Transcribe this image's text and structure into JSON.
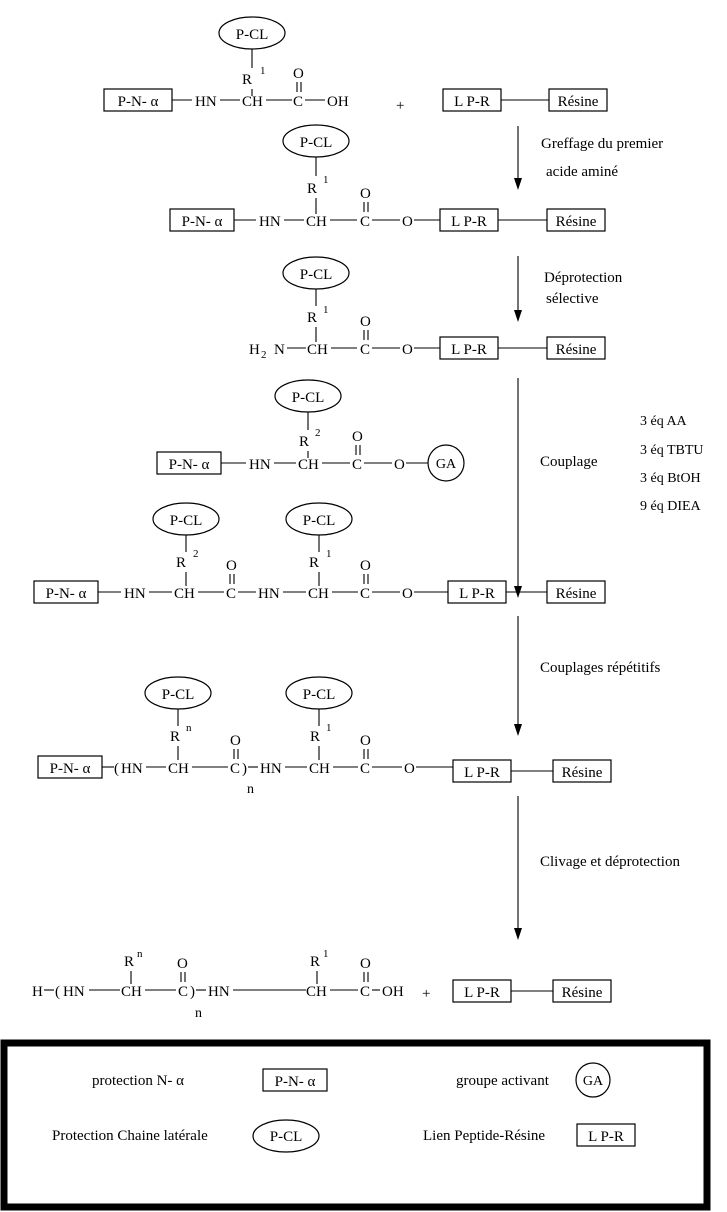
{
  "labels": {
    "pcl": "P-CL",
    "pna": "P-N- α",
    "lpr": "L P-R",
    "resine": "Résine",
    "ga": "GA",
    "hn": "HN",
    "ch": "CH",
    "c": "C",
    "o": "O",
    "oh": "OH",
    "h2": "H",
    "h2_sub": "2",
    "n": "N",
    "h": "H",
    "r": "R",
    "plus": "+",
    "paren_open": "(",
    "paren_close": ")",
    "sup1": "1",
    "sup2": "2",
    "supn": "n",
    "subn": "n"
  },
  "steps": [
    {
      "line1": "Greffage du premier",
      "line2": "acide aminé"
    },
    {
      "line1": "Déprotection",
      "line2": "sélective"
    },
    {
      "line1": "Couplage"
    },
    {
      "line1": "Couplages répétitifs"
    },
    {
      "line1": "Clivage et déprotection"
    }
  ],
  "reagents": [
    "3 éq AA",
    "3 éq TBTU",
    "3 éq BtOH",
    "9 éq DIEA"
  ],
  "legend": {
    "pna_text": "protection N- α",
    "ga_text": "groupe activant",
    "pcl_text": "Protection Chaine latérale",
    "lpr_text": "Lien Peptide-Résine"
  }
}
